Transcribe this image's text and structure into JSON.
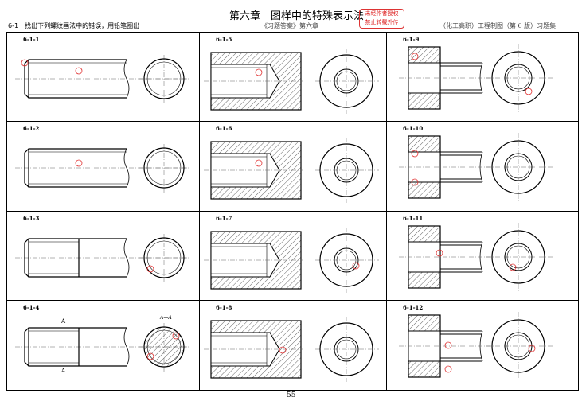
{
  "header": {
    "title": "第六章　图样中的特殊表示法",
    "stamp": [
      "未经作者授权",
      "禁止转载外传"
    ],
    "task": "6-1　找出下列螺纹画法中的错误，用铅笔圈出",
    "center": "《习题答案》第六章",
    "right": "（化工高职）工程制图（第 6 版）习题集"
  },
  "cells": [
    {
      "label": "6-1-1"
    },
    {
      "label": "6-1-5"
    },
    {
      "label": "6-1-9"
    },
    {
      "label": "6-1-2"
    },
    {
      "label": "6-1-6"
    },
    {
      "label": "6-1-10"
    },
    {
      "label": "6-1-3"
    },
    {
      "label": "6-1-7"
    },
    {
      "label": "6-1-11"
    },
    {
      "label": "6-1-4",
      "section": "A—A",
      "mark_top": "A",
      "mark_bottom": "A"
    },
    {
      "label": "6-1-8"
    },
    {
      "label": "6-1-12"
    }
  ],
  "page_number": "55",
  "colors": {
    "mark": "#e03030",
    "line": "#000000"
  }
}
